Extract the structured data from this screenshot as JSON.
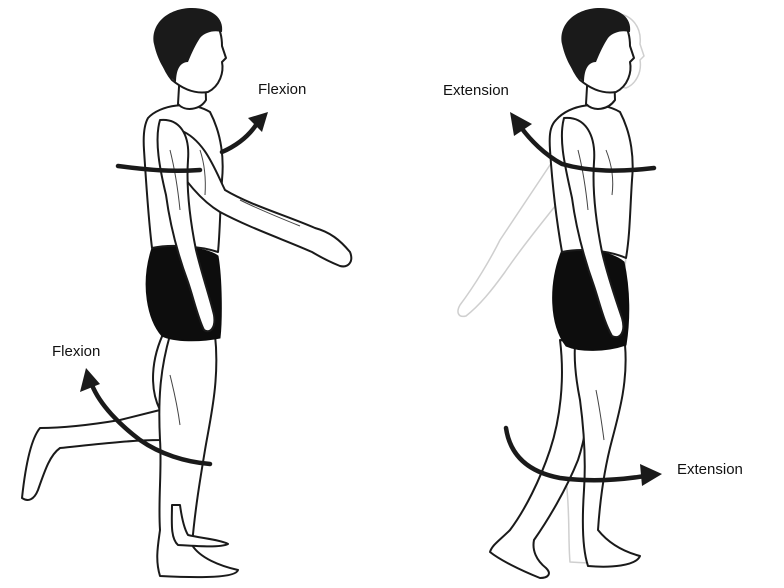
{
  "labels": {
    "shoulder_flexion": "Flexion",
    "hip_flexion": "Flexion",
    "shoulder_extension": "Extension",
    "hip_extension": "Extension"
  },
  "colors": {
    "outline": "#1a1a1a",
    "shorts": "#0d0d0d",
    "ghost_outline": "#cfcfcf",
    "background": "#ffffff"
  }
}
